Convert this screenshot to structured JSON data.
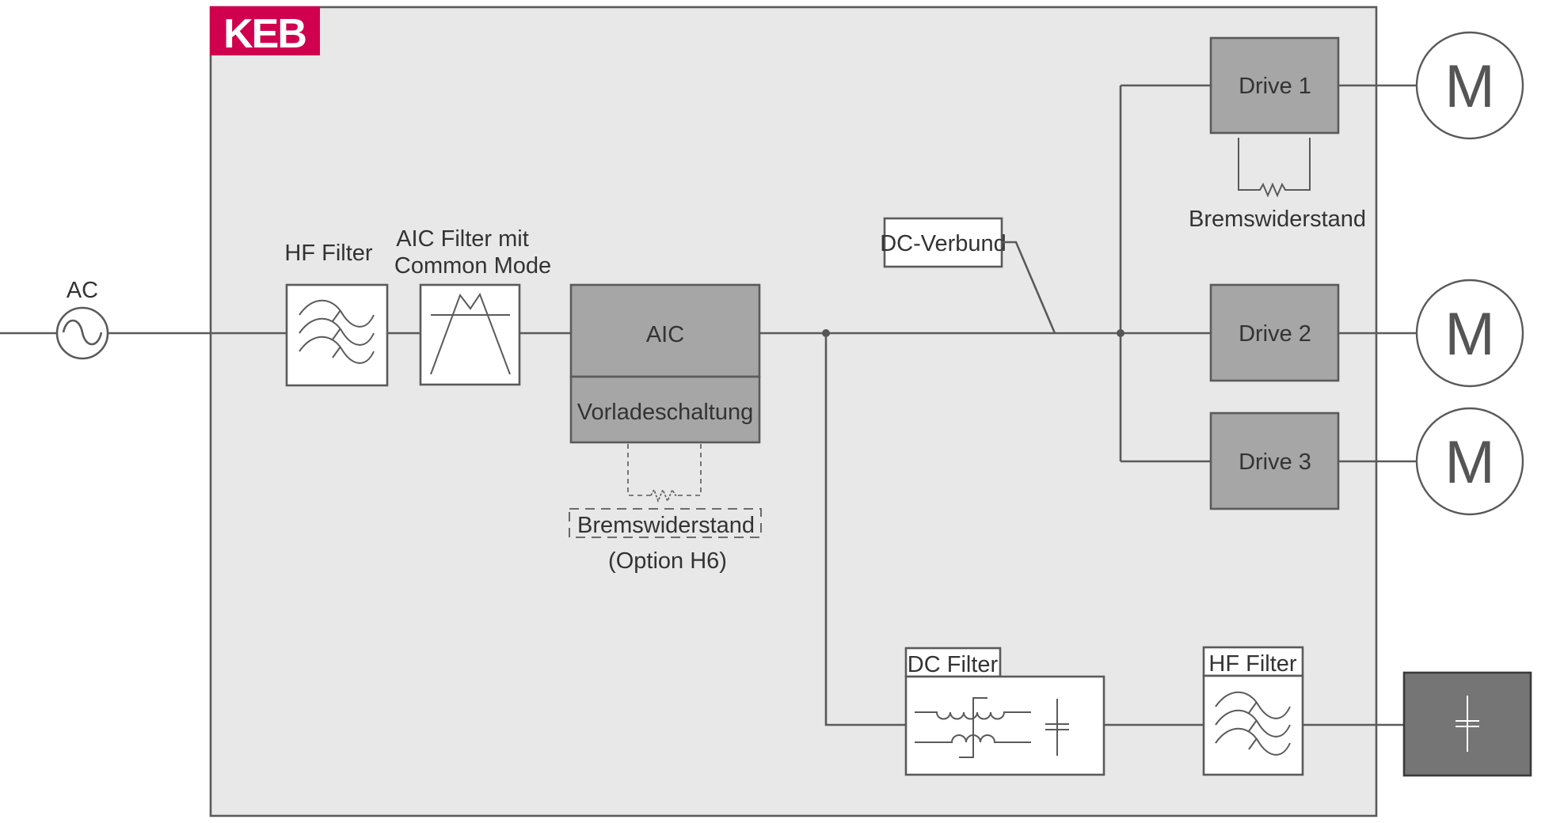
{
  "logo": {
    "text": "KEB",
    "color": "#d0004f"
  },
  "source": {
    "label": "AC",
    "icon": "ac-source-icon"
  },
  "blocks": {
    "hf_filter_in": {
      "label": "HF Filter",
      "icon": "hf-filter-icon"
    },
    "aic_filter": {
      "label_line1": "AIC Filter mit",
      "label_line2": "Common Mode",
      "icon": "aic-filter-icon"
    },
    "aic": {
      "label": "AIC",
      "sub_label": "Vorladeschaltung"
    },
    "aic_brake": {
      "label": "Bremswiderstand",
      "option": "(Option H6)"
    },
    "dc_link": {
      "label": "DC-Verbund"
    },
    "drives": [
      {
        "label": "Drive 1",
        "motor": "M"
      },
      {
        "label": "Drive 2",
        "motor": "M"
      },
      {
        "label": "Drive 3",
        "motor": "M"
      }
    ],
    "drive_brake": {
      "label": "Bremswiderstand"
    },
    "dc_filter": {
      "label": "DC Filter",
      "icon": "dc-filter-icon"
    },
    "hf_filter_out": {
      "label": "HF Filter",
      "icon": "hf-filter-icon"
    },
    "capacitor_module": {
      "icon": "capacitor-icon"
    }
  },
  "colors": {
    "container_bg": "#e7e8e7",
    "drive_fill": "#a6a6a6",
    "capacitor_module_fill": "#757575",
    "line": "#5a5a5a"
  }
}
